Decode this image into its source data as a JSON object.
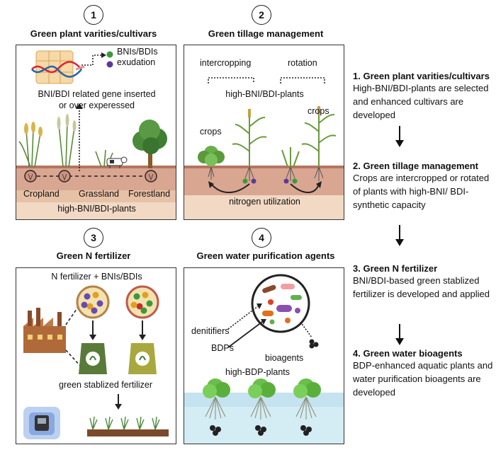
{
  "panels": [
    {
      "number": "1",
      "title": "Green plant varities/cultivars"
    },
    {
      "number": "2",
      "title": "Green tillage management"
    },
    {
      "number": "3",
      "title": "Green N fertilizer"
    },
    {
      "number": "4",
      "title": "Green water purification agents"
    }
  ],
  "panel1": {
    "legend_bni": "BNIs/BDIs",
    "legend_exudation": "exudation",
    "gene_text_line1": "BNI/BDI related gene inserted",
    "gene_text_line2": "or over experessed",
    "cropland": "Cropland",
    "grassland": "Grassland",
    "forestland": "Forestland",
    "soil_label": "high-BNI/BDI-plants"
  },
  "panel2": {
    "intercropping": "intercropping",
    "rotation": "rotation",
    "high_plants": "high-BNI/BDI-plants",
    "crops_left": "crops",
    "crops_right": "crops",
    "nitrogen": "nitrogen utilization"
  },
  "panel3": {
    "top_label": "N fertilizer + BNIs/BDIs",
    "bottom_label": "green stablized fertilizer"
  },
  "panel4": {
    "denitrifiers": "denitifiers",
    "bdps": "BDPs",
    "bioagents": "bioagents",
    "high_bdp": "high-BDP-plants"
  },
  "side": [
    {
      "heading": "1. Green plant varities/cultivars",
      "body": "High-BNI/BDI-plants are selected and enhanced cultivars are developed"
    },
    {
      "heading": "2. Green tillage management",
      "body": "Crops are intercropped or rotated of plants with high-BNI/ BDI-synthetic capacity"
    },
    {
      "heading": "3.  Green  N fertilizer",
      "body": "BNI/BDI-based green stablized fertilizer is developed and applied"
    },
    {
      "heading": "4. Green water bioagents",
      "body": "BDP-enhanced aquatic plants and water purification bioagents are developed"
    }
  ]
}
